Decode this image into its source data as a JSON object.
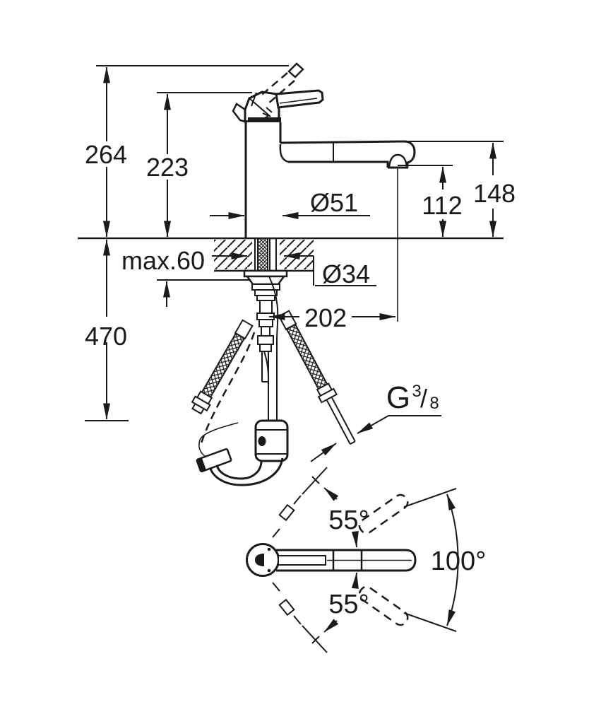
{
  "drawing": {
    "type": "technical-dimension-diagram",
    "subject": "single-lever kitchen faucet with pull-out spout, installation dimensions",
    "colors": {
      "line": "#1a1a1a",
      "background": "#ffffff"
    },
    "side_view": {
      "overall_height_label": "264",
      "lever_height_label": "223",
      "spout_height_label": "148",
      "outlet_height_label": "112",
      "body_diameter_label": "Ø51",
      "max_mounting_thickness_label": "max.60",
      "hole_diameter_label": "Ø34",
      "spout_reach_label": "202",
      "hose_length_label": "470",
      "thread_letter": "G",
      "thread_numerator": "3",
      "thread_slash": "/",
      "thread_denominator": "8"
    },
    "bottom_view": {
      "swivel_upper_label": "55°",
      "swivel_lower_label": "55°",
      "swivel_total_label": "100°"
    }
  }
}
